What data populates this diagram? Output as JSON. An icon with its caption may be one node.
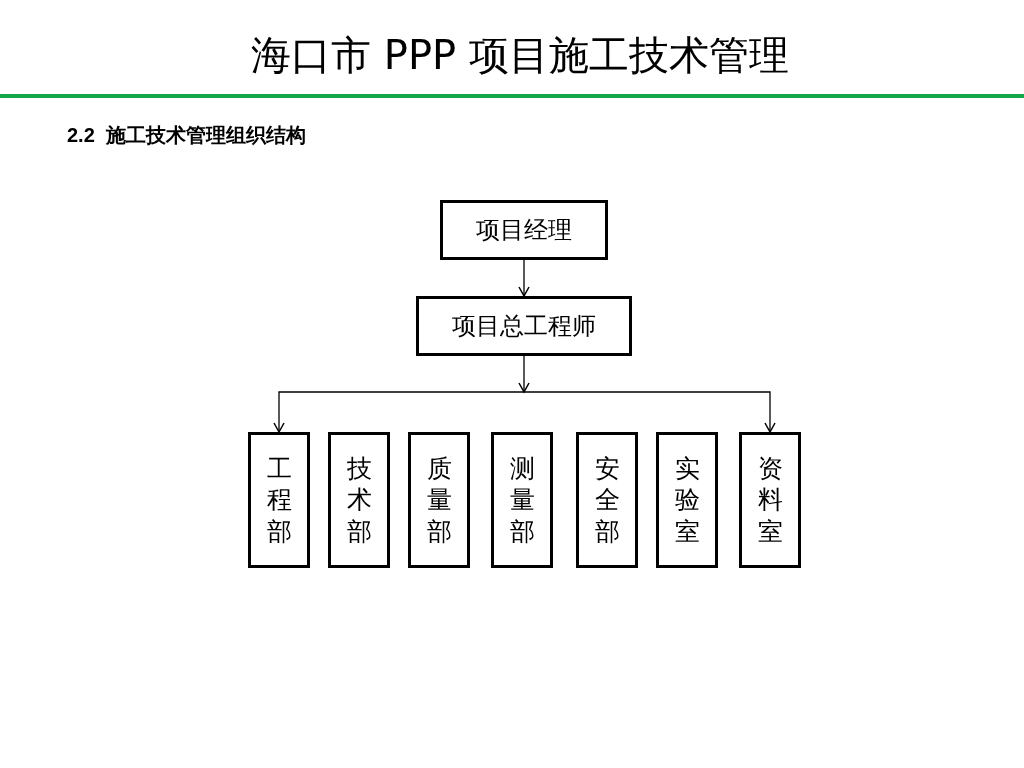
{
  "diagram": {
    "title": "海口市 PPP 项目施工技术管理",
    "nodes": [
      {
        "text": [
          "项目经理"
        ]
      },
      {
        "text": [
          "项目总工程师"
        ]
      },
      {
        "text": [
          "工程部"
        ]
      },
      {
        "text": [
          "技术部"
        ]
      },
      {
        "text": [
          "质量部"
        ]
      },
      {
        "text": [
          "测量部"
        ]
      },
      {
        "text": [
          "安全部"
        ]
      },
      {
        "text": [
          "实验室"
        ]
      },
      {
        "text": [
          "资料室"
        ]
      }
    ],
    "edges": [
      {
        "from": 0,
        "to": 1,
        "arrow": "to"
      },
      {
        "from": 1,
        "to": 2,
        "arrow": "to"
      },
      {
        "from": 1,
        "to": 8,
        "arrow": "to"
      }
    ],
    "labels": [
      "2.2  施工技术管理组织结构"
    ]
  }
}
